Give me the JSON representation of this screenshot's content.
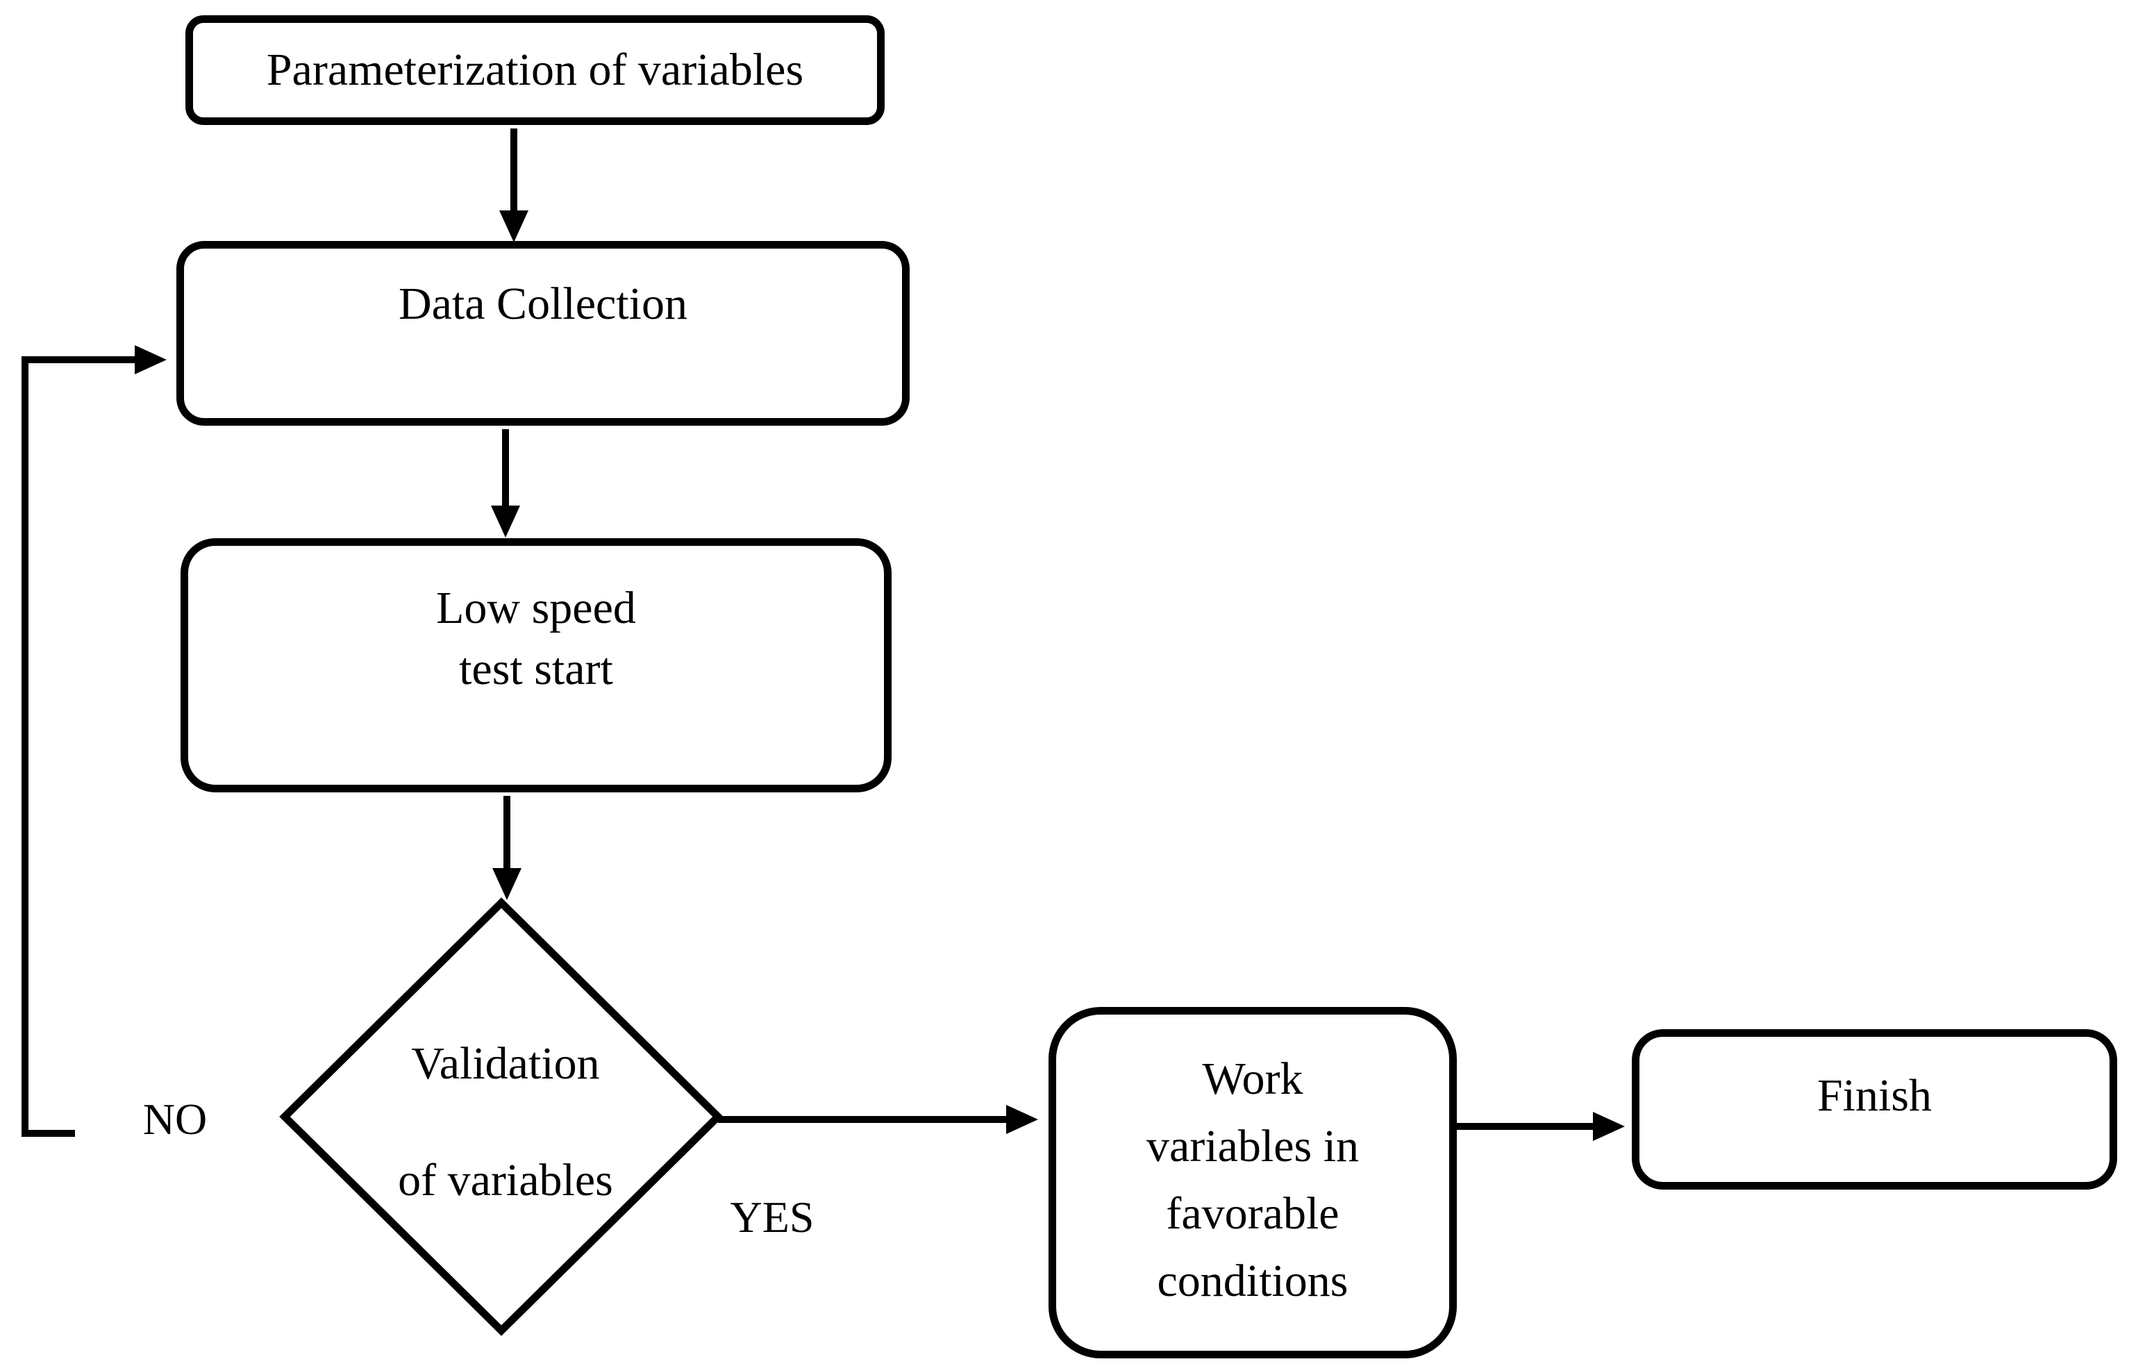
{
  "colors": {
    "ink": "#000000",
    "background": "#ffffff"
  },
  "nodes": {
    "parameterization": {
      "label": "Parameterization of variables"
    },
    "data_collection": {
      "label": "Data Collection"
    },
    "low_speed": {
      "line1": "Low speed",
      "line2": "test start"
    },
    "validation": {
      "line1": "Validation",
      "line2": "of variables"
    },
    "work_variables": {
      "line1": "Work",
      "line2": "variables in",
      "line3": "favorable",
      "line4": "conditions"
    },
    "finish": {
      "label": "Finish"
    }
  },
  "edge_labels": {
    "no": "NO",
    "yes": "YES"
  }
}
